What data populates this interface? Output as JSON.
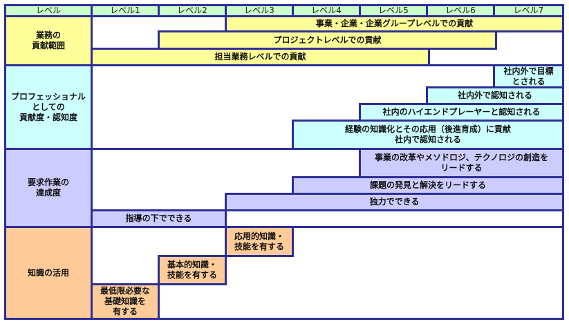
{
  "colors": {
    "border": "#2e2e96",
    "header": "#ccffcc",
    "contribution_scope": "#ffff99",
    "professional_recognition": "#ccffff",
    "task_achievement": "#ccccff",
    "knowledge_application": "#ffcc99"
  },
  "header": {
    "label": "レベル",
    "levels": [
      "レベル1",
      "レベル2",
      "レベル3",
      "レベル4",
      "レベル5",
      "レベル6",
      "レベル7"
    ]
  },
  "sections": [
    {
      "label": "業務の\n貢献範囲",
      "bars": [
        {
          "text": "事業・企業・企業グループレベルでの貢献",
          "from_level": 3,
          "to_level": 7
        },
        {
          "text": "プロジェクトレベルでの貢献",
          "from_level": 2,
          "to_level": 6
        },
        {
          "text": "担当業務レベルでの貢献",
          "from_level": 1,
          "to_level": 5
        }
      ]
    },
    {
      "label": "プロフェッショナル\nとしての\n貢献度・認知度",
      "bars": [
        {
          "text": "社内外で目標\nとされる",
          "from_level": 7,
          "to_level": 7
        },
        {
          "text": "社内外で認知される",
          "from_level": 6,
          "to_level": 7
        },
        {
          "text": "社内のハイエンドプレーヤーと認知される",
          "from_level": 5,
          "to_level": 7
        },
        {
          "text": "経験の知識化とその応用（後進育成）に貢献\n社内で認知される",
          "from_level": 4,
          "to_level": 7
        }
      ]
    },
    {
      "label": "要求作業の\n達成度",
      "bars": [
        {
          "text": "事業の改革やメソドロジ、テクノロジの創造を\nリードする",
          "from_level": 5,
          "to_level": 7
        },
        {
          "text": "課題の発見と解決をリードする",
          "from_level": 4,
          "to_level": 7
        },
        {
          "text": "独力でできる",
          "from_level": 3,
          "to_level": 7
        },
        {
          "text": "指導の下でできる",
          "from_level": 1,
          "to_level": 2
        }
      ]
    },
    {
      "label": "知識の活用",
      "bars": [
        {
          "text": "応用的知識・\n技能を有する",
          "from_level": 3,
          "to_level": 3
        },
        {
          "text": "基本的知識・\n技能を有する",
          "from_level": 2,
          "to_level": 2
        },
        {
          "text": "最低限必要な\n基礎知識を\n有する",
          "from_level": 1,
          "to_level": 1
        }
      ]
    }
  ]
}
